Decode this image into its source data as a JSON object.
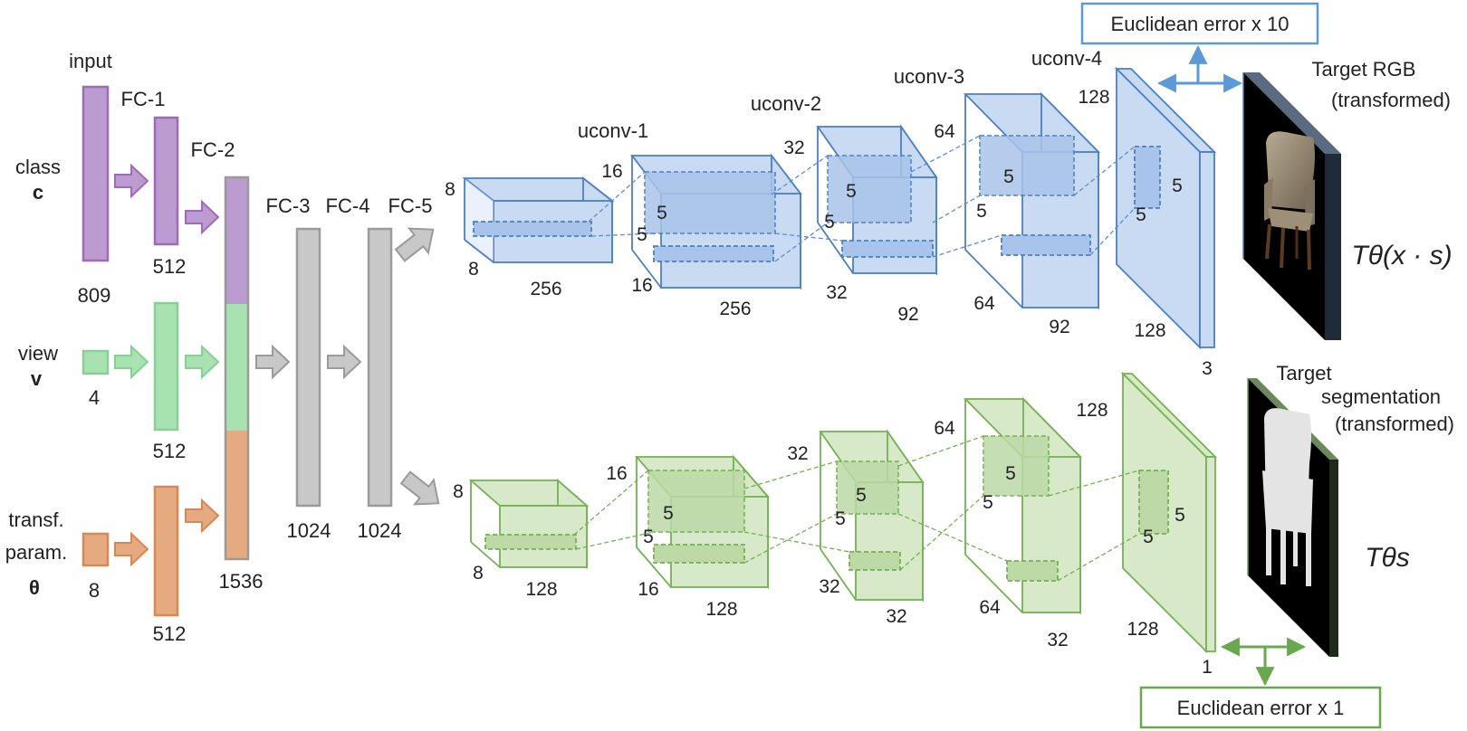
{
  "colors": {
    "class": "#9e6bb8",
    "class_fill": "#bb9bd0",
    "view": "#87cf97",
    "view_fill": "#a8e2b1",
    "transf": "#d88855",
    "transf_fill": "#e6aa80",
    "fc": "#9a9a9a",
    "fc_fill": "#c8c8c8",
    "blue": "#4d7fc3",
    "blue_fill": "#c9dbf2",
    "green": "#74b152",
    "green_fill": "#d7e9c9",
    "arrow_blue": "#5b9ad6",
    "arrow_green": "#6aa84f"
  },
  "inputs": {
    "title": "input",
    "class_label": "class",
    "class_symbol": "c",
    "class_size": "809",
    "view_label": "view",
    "view_symbol": "v",
    "view_size": "4",
    "transf_label1": "transf.",
    "transf_label2": "param.",
    "transf_symbol": "θ",
    "transf_size": "8"
  },
  "fc": {
    "fc1": "FC-1",
    "fc1_size_a": "512",
    "fc1_size_b": "512",
    "fc1_size_c": "512",
    "fc2": "FC-2",
    "fc2_size": "1536",
    "fc3": "FC-3",
    "fc3_size": "1024",
    "fc4": "FC-4",
    "fc4_size": "1024",
    "fc5": "FC-5"
  },
  "top_stream": {
    "labels": [
      "uconv-1",
      "uconv-2",
      "uconv-3",
      "uconv-4"
    ],
    "b0": {
      "h": "8",
      "d": "8",
      "w": "256"
    },
    "b1": {
      "h": "16",
      "d": "16",
      "w": "256",
      "k1": "5",
      "k2": "5"
    },
    "b2": {
      "h": "32",
      "d": "32",
      "w": "92",
      "k1": "5",
      "k2": "5"
    },
    "b3": {
      "h": "64",
      "d": "64",
      "w": "92",
      "k1": "5"
    },
    "b4": {
      "h": "128",
      "d": "128",
      "w": "3",
      "k1": "5",
      "k2": "5",
      "k3": "5"
    },
    "error": "Euclidean error x 10",
    "target1": "Target RGB",
    "target2": "(transformed)",
    "formula": "Tθ(x · s)"
  },
  "bottom_stream": {
    "b0": {
      "h": "8",
      "d": "8",
      "w": "128"
    },
    "b1": {
      "h": "16",
      "d": "16",
      "w": "128",
      "k1": "5",
      "k2": "5"
    },
    "b2": {
      "h": "32",
      "d": "32",
      "w": "32",
      "k1": "5",
      "k2": "5"
    },
    "b3": {
      "h": "64",
      "d": "64",
      "w": "32",
      "k1": "5",
      "k2": "5"
    },
    "b4": {
      "h": "128",
      "d": "128",
      "w": "1",
      "k1": "5",
      "k2": "5"
    },
    "error": "Euclidean error x 1",
    "target1": "Target",
    "target2": "segmentation",
    "target3": "(transformed)",
    "formula": "Tθs"
  }
}
